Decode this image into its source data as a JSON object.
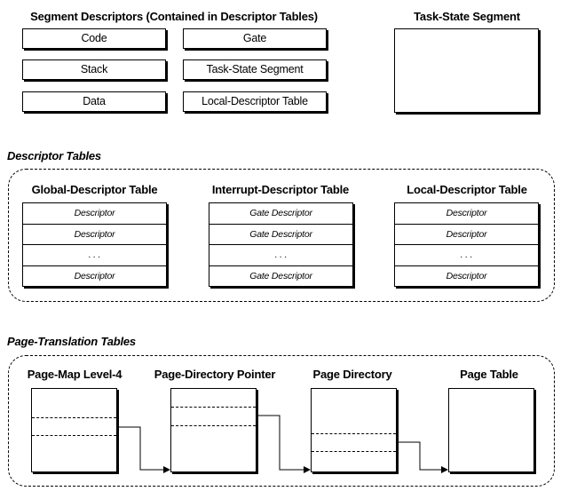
{
  "segment_descriptors": {
    "title": "Segment Descriptors (Contained in Descriptor Tables)",
    "left_column": [
      "Code",
      "Stack",
      "Data"
    ],
    "right_column": [
      "Gate",
      "Task-State Segment",
      "Local-Descriptor Table"
    ]
  },
  "task_state_segment": {
    "title": "Task-State Segment"
  },
  "descriptor_tables": {
    "title": "Descriptor Tables",
    "tables": [
      {
        "title": "Global-Descriptor Table",
        "rows": [
          "Descriptor",
          "Descriptor",
          ". . .",
          "Descriptor"
        ]
      },
      {
        "title": "Interrupt-Descriptor Table",
        "rows": [
          "Gate Descriptor",
          "Gate Descriptor",
          ". . .",
          "Gate Descriptor"
        ]
      },
      {
        "title": "Local-Descriptor Table",
        "rows": [
          "Descriptor",
          "Descriptor",
          ". . .",
          "Descriptor"
        ]
      }
    ]
  },
  "page_translation_tables": {
    "title": "Page-Translation Tables",
    "tables": [
      {
        "title": "Page-Map Level-4"
      },
      {
        "title": "Page-Directory Pointer"
      },
      {
        "title": "Page Directory"
      },
      {
        "title": "Page Table"
      }
    ]
  }
}
